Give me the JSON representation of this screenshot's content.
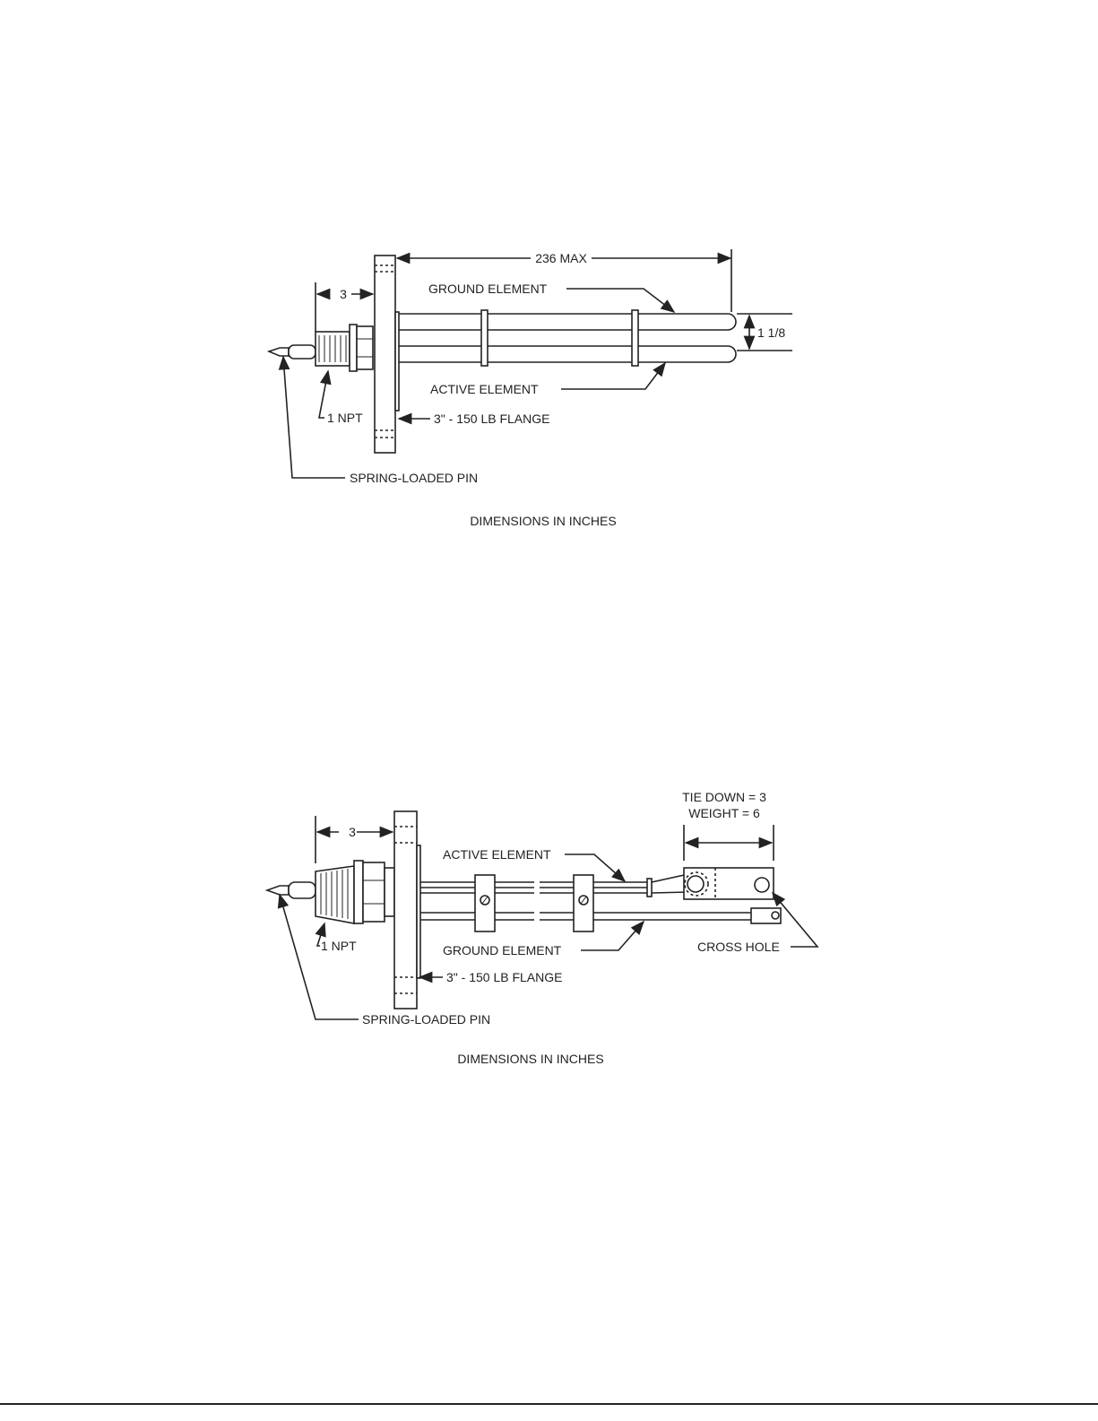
{
  "figure1": {
    "length_dim": "236 MAX",
    "offset_dim": "3",
    "spacing_dim": "1 1/8",
    "ground_label": "GROUND ELEMENT",
    "active_label": "ACTIVE ELEMENT",
    "npt_label": "1 NPT",
    "flange_label": "3\" -  150 LB FLANGE",
    "pin_label": "SPRING-LOADED PIN",
    "caption": "DIMENSIONS IN INCHES"
  },
  "figure2": {
    "tie_down_label": "TIE DOWN = 3",
    "weight_label": "WEIGHT = 6",
    "offset_dim": "3",
    "active_label": "ACTIVE ELEMENT",
    "ground_label": "GROUND ELEMENT",
    "cross_hole_label": "CROSS HOLE",
    "npt_label": "1 NPT",
    "flange_label": "3\" - 150 LB FLANGE",
    "pin_label": "SPRING-LOADED PIN",
    "caption": "DIMENSIONS IN INCHES"
  }
}
